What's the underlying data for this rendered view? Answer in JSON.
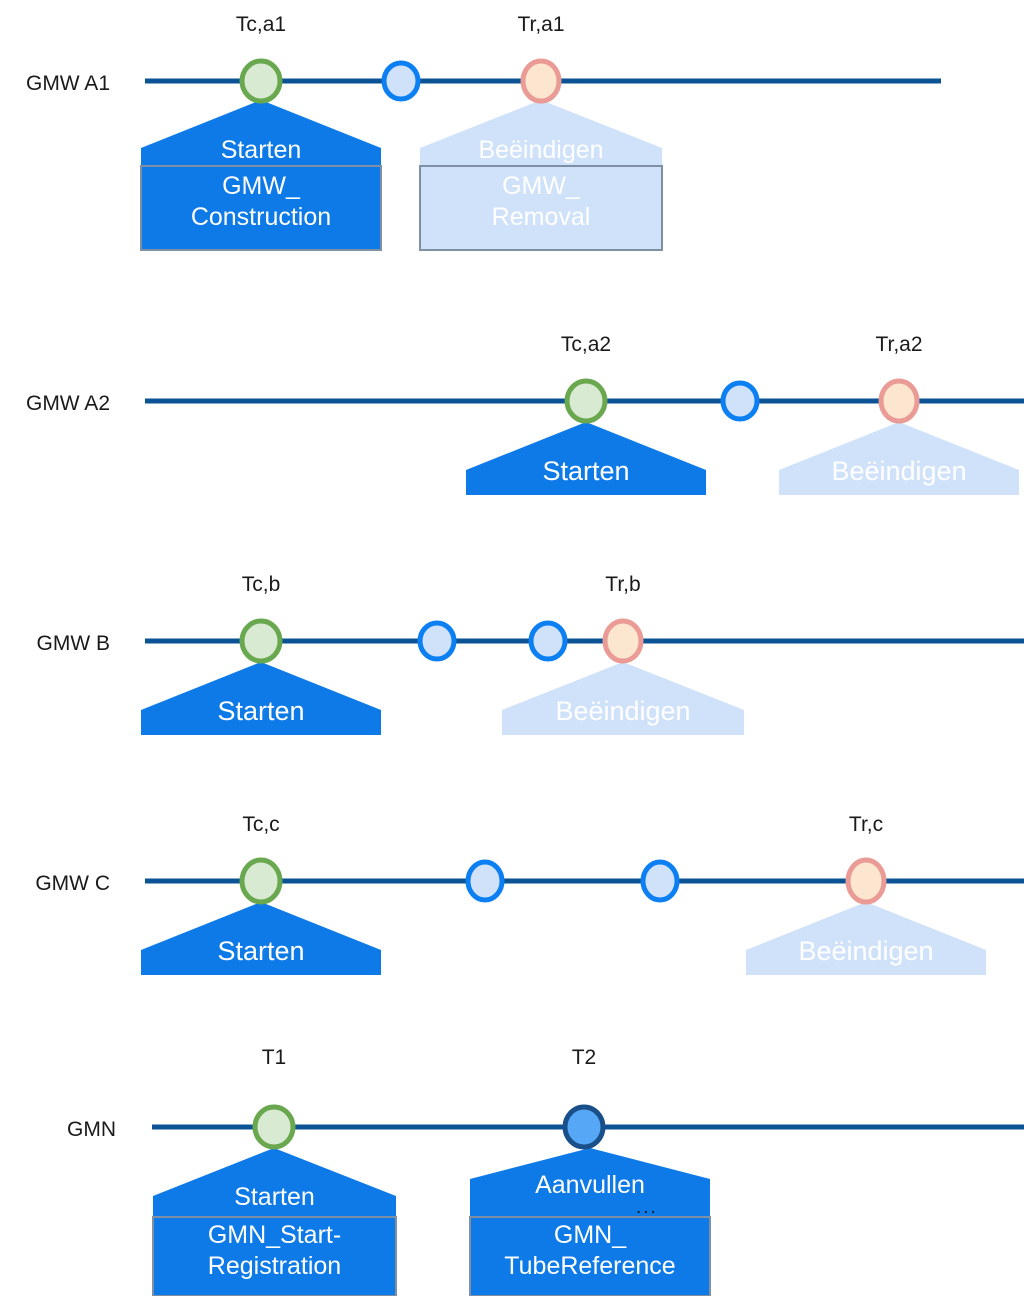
{
  "diagram": {
    "title": "GMW / GMN lifecycle timelines",
    "colors": {
      "timeline": "#0b5394",
      "start_circle_ring": "#6aa84f",
      "start_circle_fill": "#d9ead3",
      "intermediate_circle_ring": "#0c7ff2",
      "intermediate_circle_fill": "#cfe2fa",
      "end_circle_ring": "#ea9b95",
      "end_circle_fill": "#fce6cf",
      "gmn_circle_ring": "#1a4f8a",
      "gmn_circle_fill": "#56a7f5",
      "house_solid": "#0d7ae8",
      "house_light": "#cfe2fa",
      "box_border": "#7f8fa4",
      "text_dark": "#1a1a1a",
      "text_light": "#ffffff"
    },
    "rows": [
      {
        "id": "gmw-a1",
        "label": "GMW A1",
        "ticks": [
          {
            "name": "tick-start",
            "label": "Tc,a1"
          },
          {
            "name": "tick-end",
            "label": "Tr,a1"
          }
        ],
        "events": [
          {
            "name": "event-starten",
            "caption": "Starten",
            "box_label_line1": "GMW_",
            "box_label_line2": "Construction",
            "style": "solid"
          },
          {
            "name": "event-beeindigen",
            "caption": "Beëindigen",
            "box_label_line1": "GMW_",
            "box_label_line2": "Removal",
            "style": "light"
          }
        ]
      },
      {
        "id": "gmw-a2",
        "label": "GMW A2",
        "ticks": [
          {
            "name": "tick-start",
            "label": "Tc,a2"
          },
          {
            "name": "tick-end",
            "label": "Tr,a2"
          }
        ],
        "events": [
          {
            "name": "event-starten",
            "caption": "Starten",
            "style": "solid"
          },
          {
            "name": "event-beeindigen",
            "caption": "Beëindigen",
            "style": "light"
          }
        ]
      },
      {
        "id": "gmw-b",
        "label": "GMW B",
        "ticks": [
          {
            "name": "tick-start",
            "label": "Tc,b"
          },
          {
            "name": "tick-end",
            "label": "Tr,b"
          }
        ],
        "events": [
          {
            "name": "event-starten",
            "caption": "Starten",
            "style": "solid"
          },
          {
            "name": "event-beeindigen",
            "caption": "Beëindigen",
            "style": "light"
          }
        ]
      },
      {
        "id": "gmw-c",
        "label": "GMW C",
        "ticks": [
          {
            "name": "tick-start",
            "label": "Tc,c"
          },
          {
            "name": "tick-end",
            "label": "Tr,c"
          }
        ],
        "events": [
          {
            "name": "event-starten",
            "caption": "Starten",
            "style": "solid"
          },
          {
            "name": "event-beeindigen",
            "caption": "Beëindigen",
            "style": "light"
          }
        ]
      },
      {
        "id": "gmn",
        "label": "GMN",
        "ticks": [
          {
            "name": "tick-t1",
            "label": "T1"
          },
          {
            "name": "tick-t2",
            "label": "T2"
          }
        ],
        "events": [
          {
            "name": "event-starten",
            "caption": "Starten",
            "box_label_line1": "GMN_Start-",
            "box_label_line2": "Registration",
            "style": "solid"
          },
          {
            "name": "event-aanvullen",
            "caption": "Aanvullen",
            "caption_suffix": "...",
            "box_label_line1": "GMN_",
            "box_label_line2": "TubeReference",
            "style": "solid"
          }
        ]
      }
    ]
  }
}
